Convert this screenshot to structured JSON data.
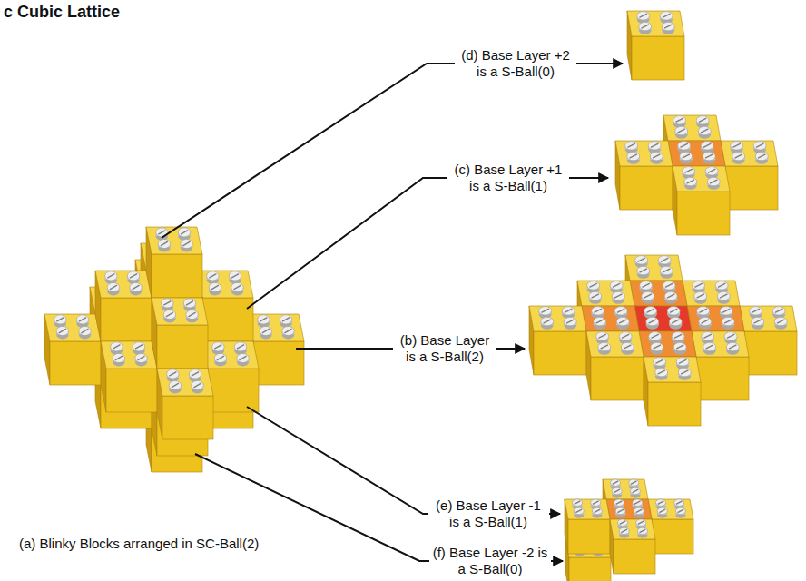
{
  "diagram": {
    "title": "c Cubic Lattice",
    "labels": [
      "(d) Base Layer +2 is a S-Ball(0)",
      "(c) Base Layer +1 is a S-Ball(1)",
      "(b) Base Layer is a S-Ball(2)",
      "(e) Base Layer -1 is a S-Ball(1)",
      "(f) Base Layer -2 is a S-Ball(0)",
      "(a) Blinky Blocks arranged in SC-Ball(2)"
    ]
  }
}
